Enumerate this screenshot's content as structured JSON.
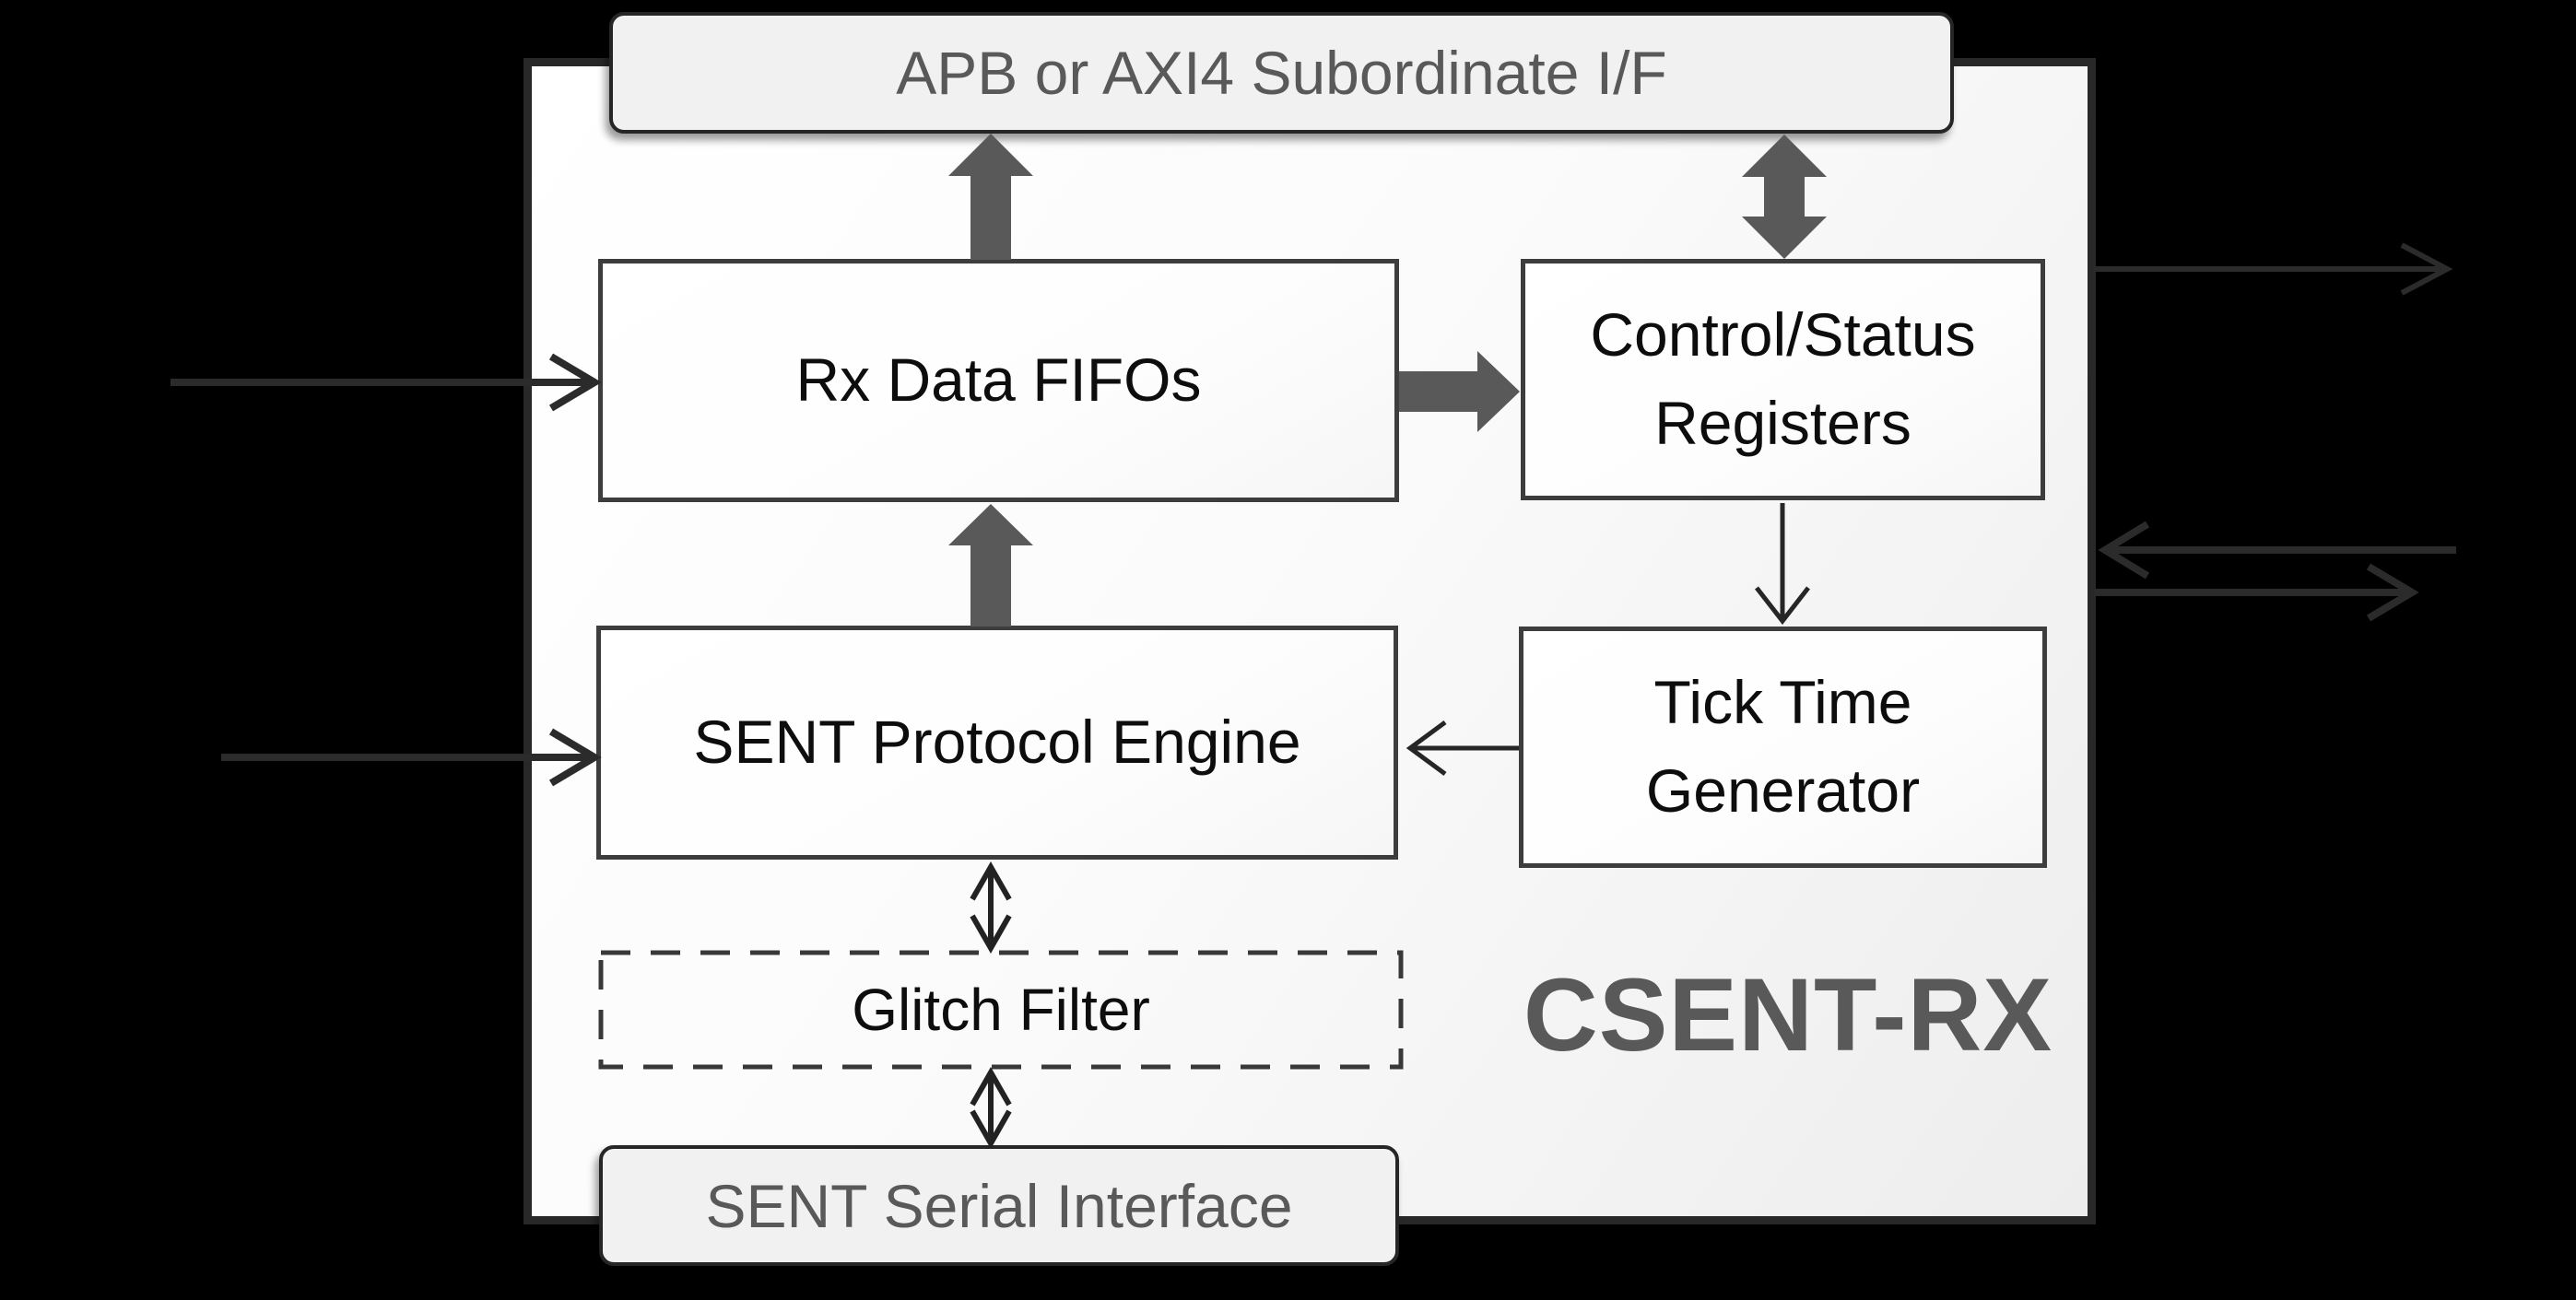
{
  "diagram": {
    "module_name": "CSENT-RX",
    "top_interface_label": "APB or AXI4 Subordinate I/F",
    "bottom_interface_label": "SENT Serial Interface",
    "blocks": {
      "rx_data_fifos": {
        "label": "Rx Data FIFOs"
      },
      "control_status_registers": {
        "label": "Control/Status Registers"
      },
      "sent_protocol_engine": {
        "label": "SENT Protocol Engine"
      },
      "tick_time_generator": {
        "label": "Tick Time Generator"
      },
      "glitch_filter": {
        "label": "Glitch Filter"
      }
    },
    "connections": [
      {
        "from": "external-left",
        "to": "rx-data-fifos",
        "style": "thin",
        "direction": "in"
      },
      {
        "from": "external-left",
        "to": "sent-protocol-engine",
        "style": "thin",
        "direction": "in"
      },
      {
        "from": "rx-data-fifos",
        "to": "apb-axi4-interface",
        "style": "thick",
        "direction": "up"
      },
      {
        "from": "apb-axi4-interface",
        "to": "control-status-registers",
        "style": "thick",
        "direction": "bidirectional"
      },
      {
        "from": "rx-data-fifos",
        "to": "control-status-registers",
        "style": "thick",
        "direction": "right"
      },
      {
        "from": "sent-protocol-engine",
        "to": "rx-data-fifos",
        "style": "thick",
        "direction": "up"
      },
      {
        "from": "control-status-registers",
        "to": "tick-time-generator",
        "style": "thin",
        "direction": "down"
      },
      {
        "from": "tick-time-generator",
        "to": "sent-protocol-engine",
        "style": "thin",
        "direction": "left"
      },
      {
        "from": "sent-protocol-engine",
        "to": "glitch-filter",
        "style": "thin",
        "direction": "bidirectional"
      },
      {
        "from": "glitch-filter",
        "to": "sent-serial-interface",
        "style": "thin",
        "direction": "bidirectional"
      },
      {
        "from": "control-status-registers",
        "to": "external-right",
        "style": "thin",
        "direction": "out"
      },
      {
        "from": "external-right",
        "to": "csent-rx-module",
        "style": "thin",
        "direction": "in"
      },
      {
        "from": "csent-rx-module",
        "to": "external-right",
        "style": "thin",
        "direction": "out"
      }
    ],
    "colors": {
      "background": "#000000",
      "module_fill": "#f7f7f7",
      "module_border": "#282828",
      "block_fill": "#ffffff",
      "block_border": "#3d3d3d",
      "interface_bar_fill": "#f1f1f1",
      "interface_bar_text": "#595959",
      "thick_arrow": "#595959",
      "thin_arrow": "#262626",
      "external_arrow": "#2b2b2b",
      "module_title_text": "#595959",
      "block_text": "#0d0d0d"
    }
  }
}
